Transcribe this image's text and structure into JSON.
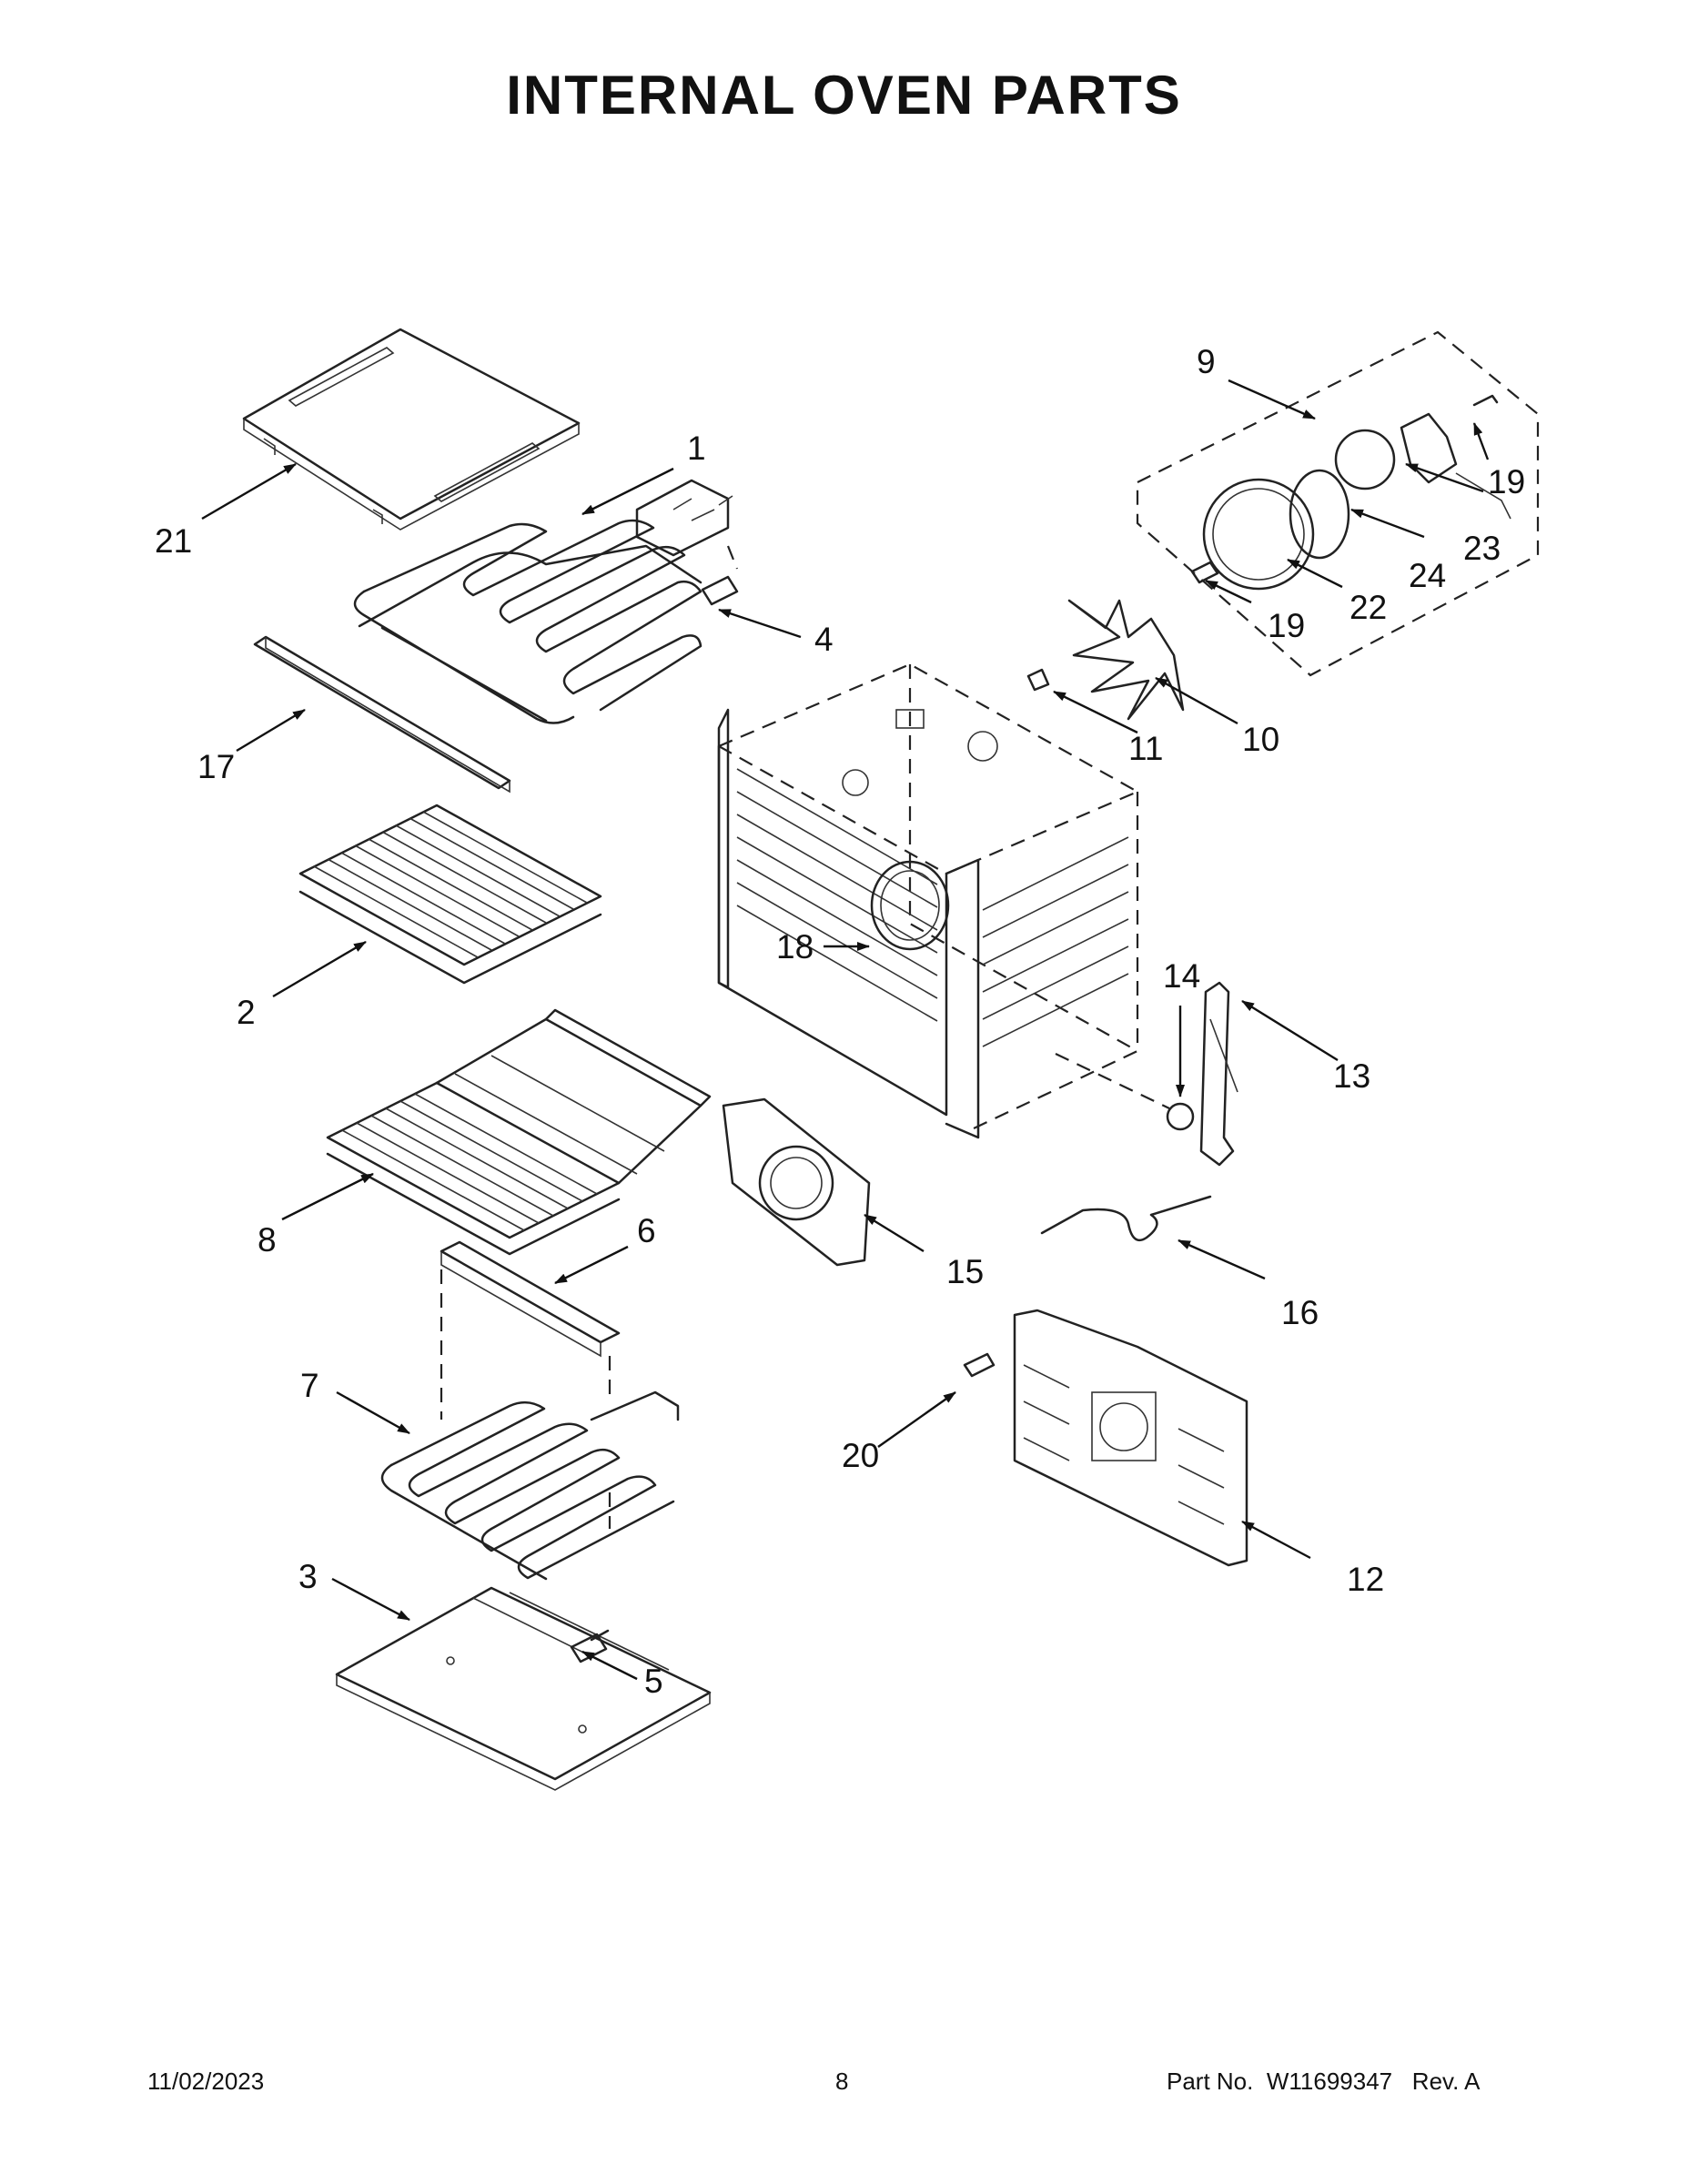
{
  "page_title": "INTERNAL OVEN PARTS",
  "footer": {
    "date": "11/02/2023",
    "page_number": "8",
    "part_label": "Part No.",
    "part_number": "W11699347",
    "revision": "Rev. A"
  },
  "callouts": [
    {
      "id": "c1",
      "label": "1"
    },
    {
      "id": "c2",
      "label": "2"
    },
    {
      "id": "c3",
      "label": "3"
    },
    {
      "id": "c4",
      "label": "4"
    },
    {
      "id": "c5",
      "label": "5"
    },
    {
      "id": "c6",
      "label": "6"
    },
    {
      "id": "c7",
      "label": "7"
    },
    {
      "id": "c8",
      "label": "8"
    },
    {
      "id": "c9",
      "label": "9"
    },
    {
      "id": "c10",
      "label": "10"
    },
    {
      "id": "c11",
      "label": "11"
    },
    {
      "id": "c12",
      "label": "12"
    },
    {
      "id": "c13",
      "label": "13"
    },
    {
      "id": "c14",
      "label": "14"
    },
    {
      "id": "c15",
      "label": "15"
    },
    {
      "id": "c16",
      "label": "16"
    },
    {
      "id": "c17",
      "label": "17"
    },
    {
      "id": "c18",
      "label": "18"
    },
    {
      "id": "c19a",
      "label": "19"
    },
    {
      "id": "c19b",
      "label": "19"
    },
    {
      "id": "c20",
      "label": "20"
    },
    {
      "id": "c21",
      "label": "21"
    },
    {
      "id": "c22",
      "label": "22"
    },
    {
      "id": "c23",
      "label": "23"
    },
    {
      "id": "c24",
      "label": "24"
    }
  ]
}
